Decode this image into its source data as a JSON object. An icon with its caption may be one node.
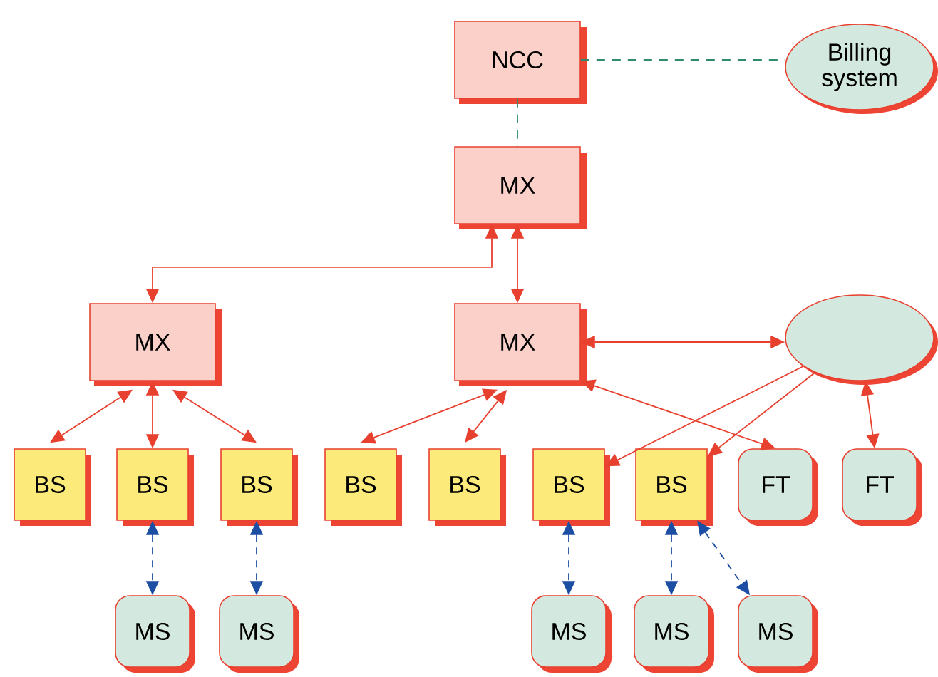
{
  "diagram": {
    "nodes": [
      {
        "text": [
          "NCC"
        ]
      },
      {
        "text": [
          "Billing system"
        ]
      },
      {
        "text": [
          "MX"
        ]
      },
      {
        "text": [
          "MX"
        ]
      },
      {
        "text": [
          "MX"
        ]
      },
      {
        "text": [],
        "shape": "ellipse"
      },
      {
        "text": [
          "BS"
        ]
      },
      {
        "text": [
          "BS"
        ]
      },
      {
        "text": [
          "BS"
        ]
      },
      {
        "text": [
          "BS"
        ]
      },
      {
        "text": [
          "BS"
        ]
      },
      {
        "text": [
          "BS"
        ]
      },
      {
        "text": [
          "BS"
        ]
      },
      {
        "text": [
          "FT"
        ]
      },
      {
        "text": [
          "FT"
        ]
      },
      {
        "text": [
          "MS"
        ]
      },
      {
        "text": [
          "MS"
        ]
      },
      {
        "text": [
          "MS"
        ]
      },
      {
        "text": [
          "MS"
        ]
      },
      {
        "text": [
          "MS"
        ]
      }
    ],
    "edges": [
      {
        "from": 0,
        "to": 1,
        "arrow": "none",
        "style": "dashed",
        "color": "#2e8b6e"
      },
      {
        "from": 0,
        "to": 2,
        "arrow": "none",
        "style": "dashed",
        "color": "#2e8b6e"
      },
      {
        "from": 3,
        "to": 2,
        "arrow": "both"
      },
      {
        "from": 2,
        "to": 4,
        "arrow": "both"
      },
      {
        "from": 3,
        "to": 6,
        "arrow": "both"
      },
      {
        "from": 3,
        "to": 7,
        "arrow": "both"
      },
      {
        "from": 3,
        "to": 8,
        "arrow": "both"
      },
      {
        "from": 4,
        "to": 9,
        "arrow": "both"
      },
      {
        "from": 4,
        "to": 10,
        "arrow": "both"
      },
      {
        "from": 4,
        "to": 5,
        "arrow": "both"
      },
      {
        "from": 4,
        "to": 13,
        "arrow": "both"
      },
      {
        "from": 5,
        "to": 11,
        "arrow": "to"
      },
      {
        "from": 5,
        "to": 12,
        "arrow": "to"
      },
      {
        "from": 5,
        "to": 14,
        "arrow": "both"
      },
      {
        "from": 7,
        "to": 15,
        "arrow": "both",
        "style": "dashed",
        "color": "#1c4fa3"
      },
      {
        "from": 8,
        "to": 16,
        "arrow": "both",
        "style": "dashed",
        "color": "#1c4fa3"
      },
      {
        "from": 11,
        "to": 17,
        "arrow": "both",
        "style": "dashed",
        "color": "#1c4fa3"
      },
      {
        "from": 12,
        "to": 18,
        "arrow": "both",
        "style": "dashed",
        "color": "#1c4fa3"
      },
      {
        "from": 12,
        "to": 19,
        "arrow": "both",
        "style": "dashed",
        "color": "#1c4fa3"
      }
    ]
  }
}
